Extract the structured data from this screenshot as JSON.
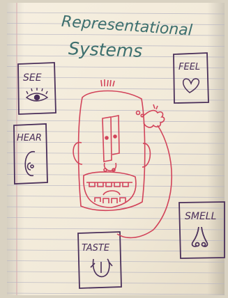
{
  "title_line1": "Representational",
  "title_line2": "Systems",
  "boxes": {
    "see": "SEE",
    "feel": "FEEL",
    "hear": "HEAR",
    "smell": "SMELL",
    "taste": "TASTE"
  },
  "colors": {
    "paper": "#f3ecdc",
    "ruled_line": "#b9b7c4",
    "margin_line": "#d8a7ac",
    "ink_teal": "#3c6f6e",
    "ink_purple": "#4a2f5a",
    "ink_red": "#d2435a"
  }
}
